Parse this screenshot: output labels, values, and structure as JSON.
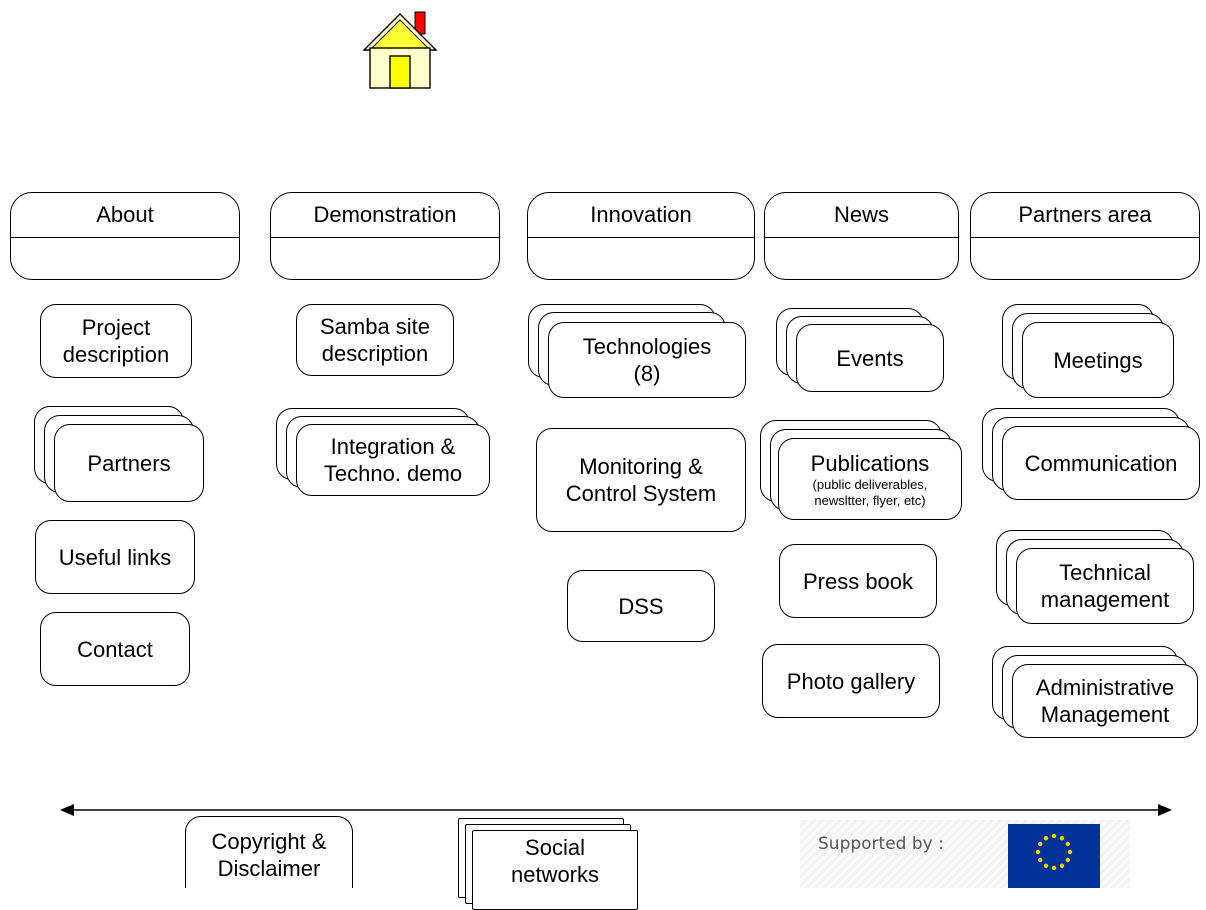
{
  "home": {
    "icon": "home-icon"
  },
  "columns": [
    {
      "header": "About"
    },
    {
      "header": "Demonstration"
    },
    {
      "header": "Innovation"
    },
    {
      "header": "News"
    },
    {
      "header": "Partners area"
    }
  ],
  "about": {
    "project_description": [
      "Project",
      "description"
    ],
    "partners": "Partners",
    "useful_links": "Useful links",
    "contact": "Contact"
  },
  "demonstration": {
    "samba_site": [
      "Samba site",
      "description"
    ],
    "integration": [
      "Integration &",
      "Techno. demo"
    ]
  },
  "innovation": {
    "technologies": [
      "Technologies",
      "(8)"
    ],
    "monitoring": [
      "Monitoring &",
      "Control System"
    ],
    "dss": "DSS"
  },
  "news": {
    "events": "Events",
    "publications": "Publications",
    "publications_sub": [
      "(public deliverables,",
      "newsltter, flyer, etc)"
    ],
    "press_book": "Press book",
    "photo_gallery": "Photo gallery"
  },
  "partners_area": {
    "meetings": "Meetings",
    "communication": "Communication",
    "technical": [
      "Technical",
      "management"
    ],
    "administrative": [
      "Administrative",
      "Management"
    ]
  },
  "footer": {
    "copyright": [
      "Copyright &",
      "Disclaimer"
    ],
    "social": [
      "Social",
      "networks"
    ],
    "supported_by": "Supported by :",
    "eu_flag_icon": "eu-flag-icon"
  },
  "colors": {
    "house_wall": "#ffffcc",
    "house_door": "#ffff00",
    "chimney": "#ff0000",
    "eu_blue": "#003399",
    "eu_stars": "#ffcc00"
  }
}
